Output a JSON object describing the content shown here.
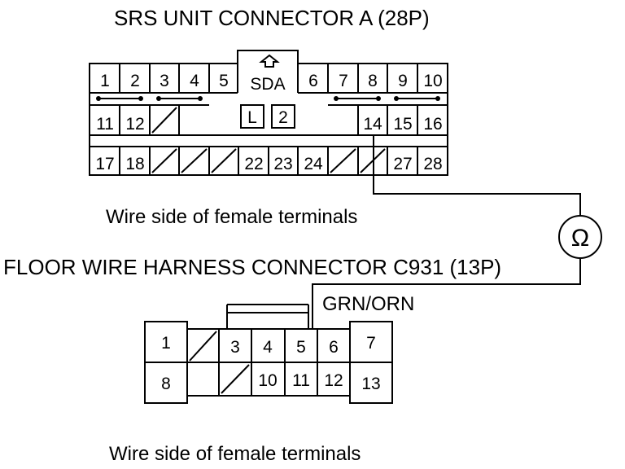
{
  "connector_a": {
    "title": "SRS UNIT CONNECTOR A (28P)",
    "caption": "Wire side of female terminals",
    "row1": [
      "1",
      "2",
      "3",
      "4",
      "5",
      "6",
      "7",
      "8",
      "9",
      "10"
    ],
    "row2": [
      "11",
      "12",
      "14",
      "15",
      "16"
    ],
    "row3": [
      "17",
      "18",
      "22",
      "23",
      "24",
      "27",
      "28"
    ],
    "sda_label": "SDA",
    "lock_labels": [
      "L",
      "2"
    ]
  },
  "meter": {
    "symbol": "Ω"
  },
  "connector_c931": {
    "title": "FLOOR WIRE HARNESS CONNECTOR C931 (13P)",
    "caption": "Wire side of female terminals",
    "wire_label": "GRN/ORN",
    "row1": [
      "1",
      "3",
      "4",
      "5",
      "6",
      "7"
    ],
    "row2": [
      "8",
      "10",
      "11",
      "12",
      "13"
    ]
  }
}
